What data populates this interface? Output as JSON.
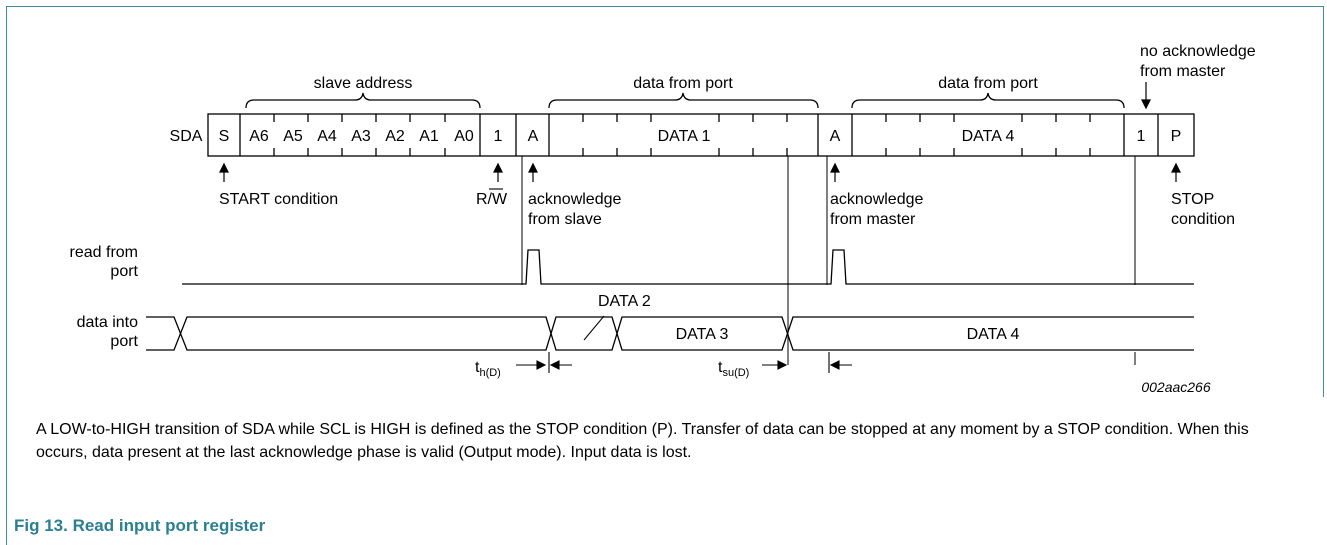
{
  "diagram": {
    "row_labels": {
      "sda": "SDA",
      "read_from_port": [
        "read from",
        "port"
      ],
      "data_into_port": [
        "data into",
        "port"
      ]
    },
    "sda_fields": [
      "S",
      "A6",
      "A5",
      "A4",
      "A3",
      "A2",
      "A1",
      "A0",
      "1",
      "A",
      "DATA 1",
      "A",
      "DATA 4",
      "1",
      "P"
    ],
    "brace_labels": {
      "slave_address": "slave address",
      "data_from_port_1": "data from port",
      "data_from_port_2": "data from port"
    },
    "annotations": {
      "start_condition": "START condition",
      "rw": "R/W",
      "ack_slave": [
        "acknowledge",
        "from slave"
      ],
      "ack_master": [
        "acknowledge",
        "from master"
      ],
      "stop_condition": [
        "STOP",
        "condition"
      ],
      "no_ack_master": [
        "no acknowledge",
        "from master"
      ]
    },
    "bus_labels": {
      "data2": "DATA 2",
      "data3": "DATA 3",
      "data4": "DATA 4"
    },
    "timing": {
      "th": "t",
      "th_sub": "h(D)",
      "tsu": "t",
      "tsu_sub": "su(D)"
    },
    "figure_id": "002aac266"
  },
  "caption": "A LOW-to-HIGH transition of SDA while SCL is HIGH is defined as the STOP condition (P). Transfer of data can be stopped at any moment by a STOP condition. When this occurs, data present at the last acknowledge phase is valid (Output mode). Input data is lost.",
  "figure_title": "Fig 13.  Read input port register",
  "colors": {
    "accent": "#2a7f93",
    "border": "#3d8fa0"
  }
}
